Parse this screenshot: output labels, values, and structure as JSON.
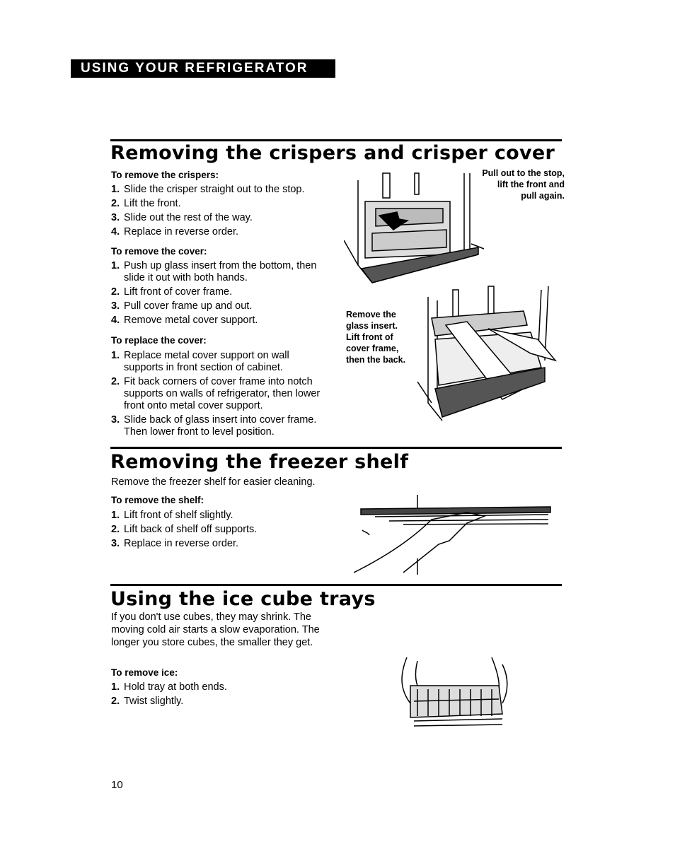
{
  "header": {
    "banner": "USING YOUR REFRIGERATOR"
  },
  "crispers": {
    "title": "Removing the crispers and crisper cover",
    "remove_crispers": {
      "heading": "To remove the crispers:",
      "steps": [
        "Slide the crisper straight out to the stop.",
        "Lift the front.",
        "Slide out the rest of the way.",
        "Replace in reverse order."
      ]
    },
    "remove_cover": {
      "heading": "To remove the cover:",
      "steps": [
        "Push up glass insert from the bottom, then slide it out with both hands.",
        "Lift front of cover frame.",
        "Pull cover frame up and out.",
        "Remove metal cover support."
      ]
    },
    "replace_cover": {
      "heading": "To replace the cover:",
      "steps": [
        "Replace metal cover support on wall supports in front section of cabinet.",
        "Fit back corners of cover frame into notch supports on walls of refrigerator, then lower front onto metal cover support.",
        "Slide back of glass insert into cover frame. Then lower front to level position."
      ]
    },
    "caption_pull": "Pull out to the stop, lift the front and pull again.",
    "caption_remove": "Remove the glass insert. Lift front of cover frame, then the back."
  },
  "freezer": {
    "title": "Removing the freezer shelf",
    "intro": "Remove the freezer shelf for easier cleaning.",
    "heading": "To remove the shelf:",
    "steps": [
      "Lift front of shelf slightly.",
      "Lift back of shelf off supports.",
      "Replace in reverse order."
    ]
  },
  "ice": {
    "title": "Using the ice cube trays",
    "intro": "If you don't use cubes, they may shrink. The moving cold air starts a slow evaporation. The longer you store cubes, the smaller they get.",
    "heading": "To remove ice:",
    "steps": [
      "Hold tray at both ends.",
      "Twist slightly."
    ]
  },
  "footer": {
    "page_number": "10"
  }
}
